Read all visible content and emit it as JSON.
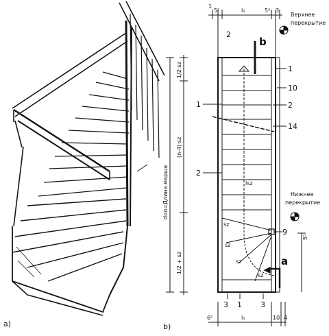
{
  "panels": {
    "a": "a)",
    "b": "b)"
  },
  "plan": {
    "top_dims": [
      "1",
      "5⁵",
      "l₀",
      "5⁵",
      "3"
    ],
    "bottom_dims": [
      "6⁵",
      "l₀",
      "10",
      "4"
    ],
    "upper_floor_label_1": "Верхнее",
    "upper_floor_label_2": "перекрытие",
    "lower_floor_label_1": "Нижнее",
    "lower_floor_label_2": "перекрытие",
    "left_dims": [
      "1/2·sz",
      "(n-4)·sz",
      "1/2 + sz"
    ],
    "left_long_label": "dол=Длина марша",
    "callouts_left": [
      "2",
      "1",
      "2"
    ],
    "callouts_right": [
      "1",
      "10",
      "2",
      "14",
      "9"
    ],
    "callouts_bottom": [
      "3",
      "1",
      "3"
    ],
    "arrow_labels": [
      "b",
      "a"
    ],
    "center_label": "lsz",
    "winder_labels": [
      "sz",
      "sz",
      "sz",
      "sz"
    ],
    "right_dim": "5⁵"
  }
}
